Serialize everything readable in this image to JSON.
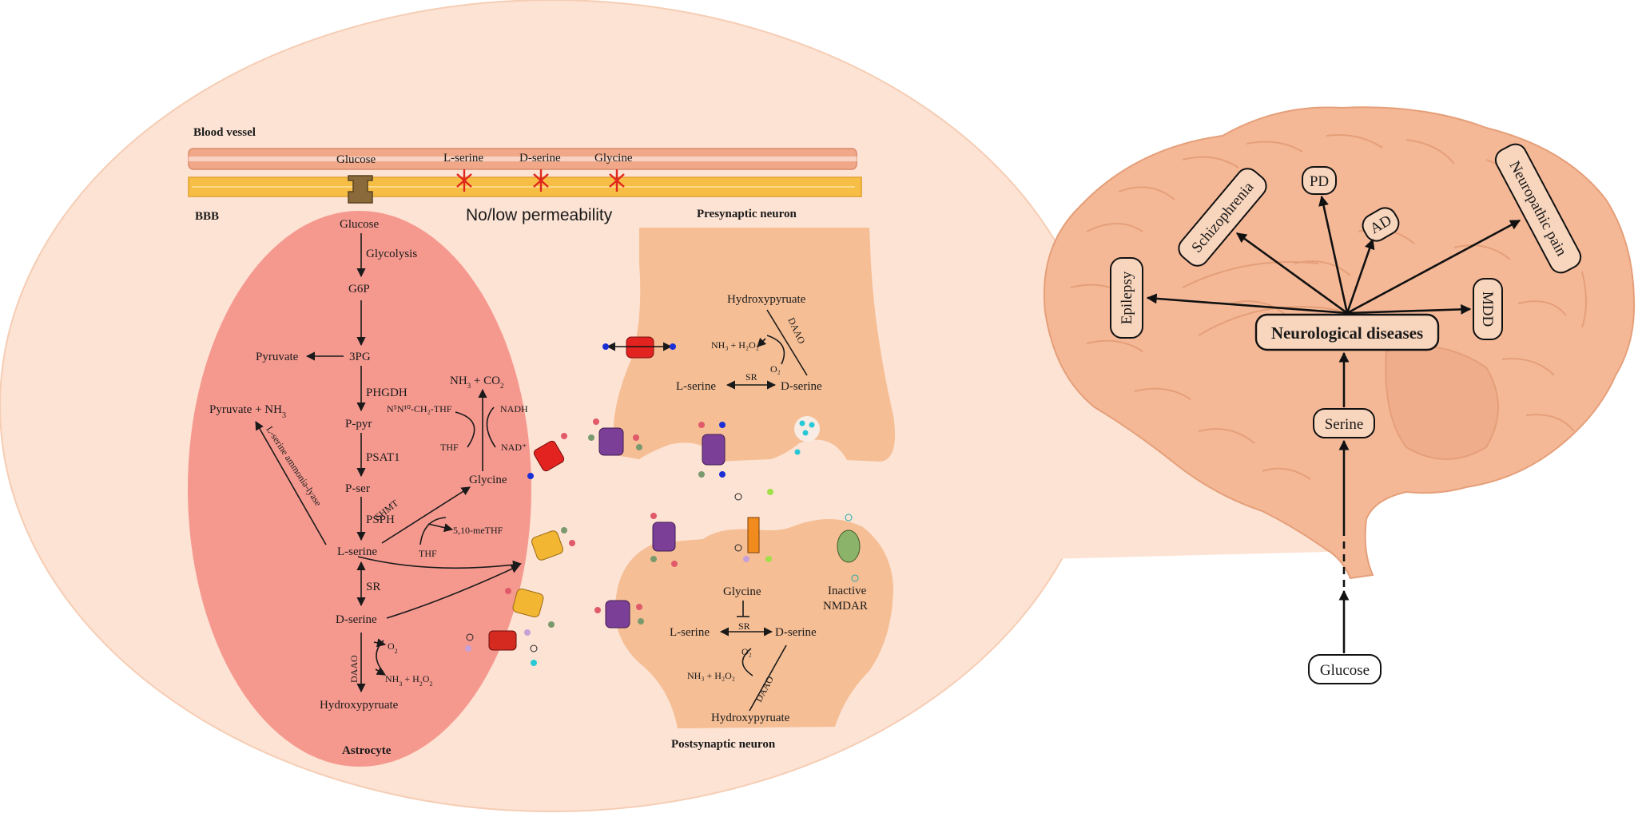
{
  "colors": {
    "bubble": "#fde3d4",
    "astrocyte": "#f5998f",
    "neuron": "#f5be95",
    "brain": "#f4b897",
    "vessel": "#f0a889",
    "bbb": "#f7be45"
  },
  "vessel": {
    "title": "Blood vessel",
    "bbb_label": "BBB",
    "molecules": [
      "Glucose",
      "L-serine",
      "D-serine",
      "Glycine"
    ],
    "permeability": "No/low permeability"
  },
  "astrocyte": {
    "title": "Astrocyte",
    "glucose": "Glucose",
    "glycolysis": "Glycolysis",
    "g6p": "G6P",
    "pyruvate": "Pyruvate",
    "pg3": "3PG",
    "pyruvate_nh3": "Pyruvate + NH",
    "pyruvate_nh3_sub": "3",
    "phgdh": "PHGDH",
    "ppyr": "P-pyr",
    "psat1": "PSAT1",
    "pser": "P-ser",
    "psph": "PSPH",
    "lserine": "L-serine",
    "sr": "SR",
    "dserine": "D-serine",
    "daao": "DAAO",
    "o2": "O",
    "o2_sub": "2",
    "nh3h2o2": "NH + H O",
    "hydroxypyruvate": "Hydroxypyruate",
    "ammonia_lyase": "L-serine ammonia-lyase",
    "shmt": "SHMT",
    "thf": "THF",
    "methf": "5,10-meTHF",
    "glycine": "Glycine",
    "nh3co2": "NH + CO",
    "n5n10": "N⁵N¹⁰-CH₂-THF",
    "nadh": "NADH",
    "thf2": "THF",
    "nad": "NAD⁺"
  },
  "presynaptic": {
    "title": "Presynaptic neuron",
    "hydroxypyruvate": "Hydroxypyruate",
    "daao": "DAAO",
    "nh3h2o2": "NH₃ + H₂O₂",
    "o2": "O₂",
    "lserine": "L-serine",
    "sr": "SR",
    "dserine": "D-serine"
  },
  "postsynaptic": {
    "title": "Postsynaptic neuron",
    "glycine": "Glycine",
    "lserine": "L-serine",
    "sr": "SR",
    "dserine": "D-serine",
    "o2": "O₂",
    "nh3h2o2": "NH₃ + H₂O₂",
    "daao": "DAAO",
    "hydroxypyruvate": "Hydroxypyruate",
    "inactive": "Inactive",
    "nmdar": "NMDAR"
  },
  "brain": {
    "center": "Neurological diseases",
    "diseases": [
      "Epilepsy",
      "Schizophrenia",
      "PD",
      "AD",
      "Neuropathic pain",
      "MDD"
    ],
    "serine": "Serine",
    "glucose": "Glucose"
  }
}
